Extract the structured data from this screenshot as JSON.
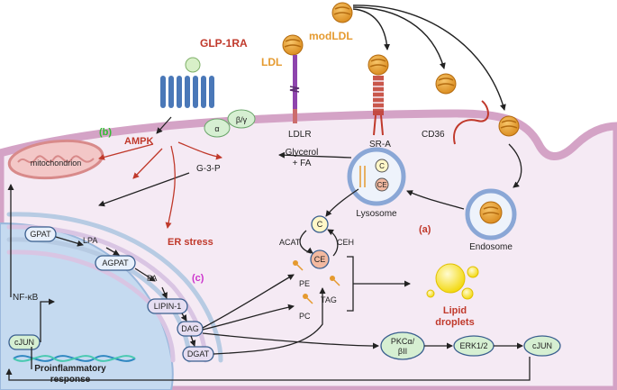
{
  "labels": {
    "glp1ra": "GLP-1RA",
    "ldl": "LDL",
    "modldl": "modLDL",
    "ldlr": "LDLR",
    "sra": "SR-A",
    "cd36": "CD36",
    "alpha": "α",
    "betagamma": "β/γ",
    "ampk": "AMPK",
    "mark_b": "(b)",
    "mitochondrion": "mitochondrion",
    "g3p": "G-3-P",
    "glycerol_fa_1": "Glycerol",
    "glycerol_fa_2": "+ FA",
    "lysosome": "Lysosome",
    "lys_c": "C",
    "lys_ce": "CE",
    "endosome": "Endosome",
    "mark_a": "(a)",
    "er_stress": "ER stress",
    "mark_c": "(c)",
    "gpat": "GPAT",
    "lpa": "LPA",
    "agpat": "AGPAT",
    "pa": "PA",
    "lipin1": "LIPIN-1",
    "dag": "DAG",
    "dgat": "DGAT",
    "c": "C",
    "ce": "CE",
    "acat": "ACAT",
    "ceh": "CEH",
    "pe": "PE",
    "pc": "PC",
    "tag": "TAG",
    "lipid_1": "Lipid",
    "lipid_2": "droplets",
    "nfkb": "NF-κB",
    "cjun_nuc": "cJUN",
    "proinf_1": "Proinflammatory",
    "proinf_2": "response",
    "pkc_1": "PKCα/",
    "pkc_2": "βII",
    "erk": "ERK1/2",
    "cjun": "cJUN"
  },
  "colors": {
    "red": "#c0392b",
    "orange": "#e59a2f",
    "magenta": "#cc33cc",
    "green": "#33bb33",
    "membrane": "#d4a3c6",
    "cytoplasm": "#f5eaf4",
    "nucleus": "#c5daf0",
    "receptor": "#4a78b8",
    "node_green": "#d6efd2",
    "node_lilac": "#e6def2"
  }
}
